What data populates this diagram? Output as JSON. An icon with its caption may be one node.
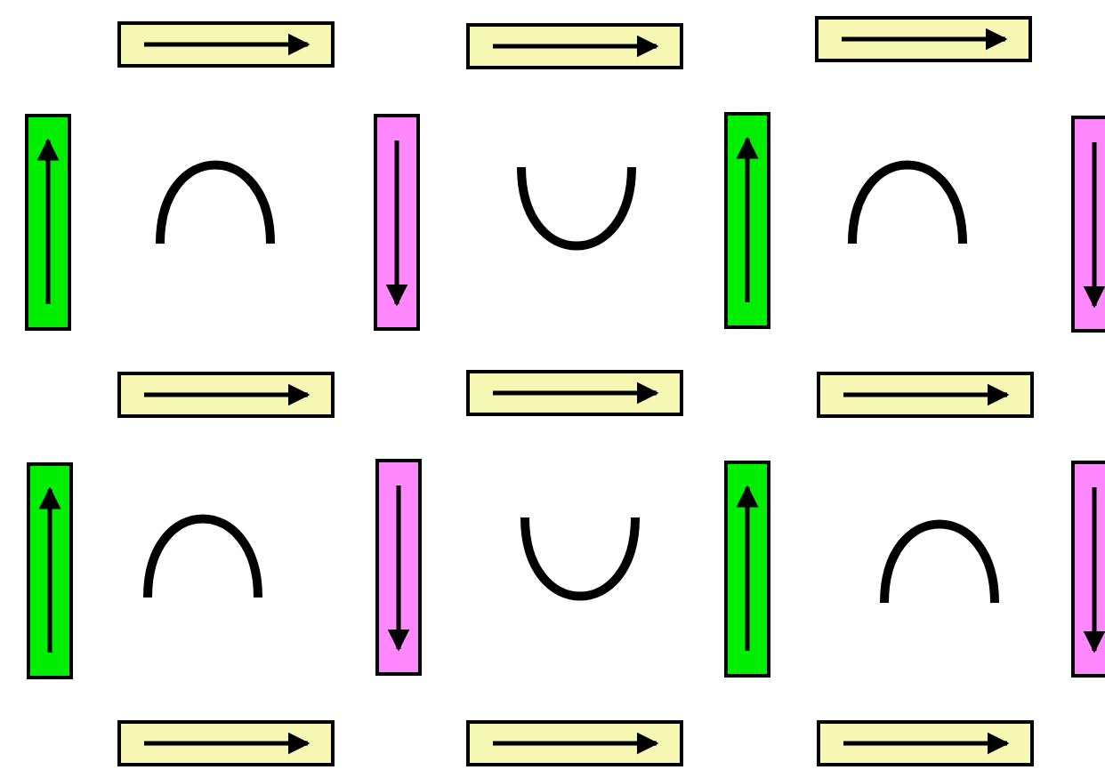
{
  "diagram": {
    "nodes": [
      {
        "text": [],
        "shape": "bar"
      },
      {
        "text": [],
        "shape": "bar"
      },
      {
        "text": [],
        "shape": "bar"
      },
      {
        "text": [],
        "shape": "bar"
      },
      {
        "text": [],
        "shape": "arc"
      },
      {
        "text": [],
        "shape": "bar"
      },
      {
        "text": [],
        "shape": "arc"
      },
      {
        "text": [],
        "shape": "bar"
      },
      {
        "text": [],
        "shape": "arc"
      },
      {
        "text": [],
        "shape": "bar"
      },
      {
        "text": [],
        "shape": "bar"
      },
      {
        "text": [],
        "shape": "bar"
      },
      {
        "text": [],
        "shape": "bar"
      },
      {
        "text": [],
        "shape": "bar"
      },
      {
        "text": [],
        "shape": "arc"
      },
      {
        "text": [],
        "shape": "bar"
      },
      {
        "text": [],
        "shape": "arc"
      },
      {
        "text": [],
        "shape": "bar"
      },
      {
        "text": [],
        "shape": "arc"
      },
      {
        "text": [],
        "shape": "bar"
      },
      {
        "text": [],
        "shape": "bar"
      },
      {
        "text": [],
        "shape": "bar"
      },
      {
        "text": [],
        "shape": "bar"
      }
    ]
  }
}
